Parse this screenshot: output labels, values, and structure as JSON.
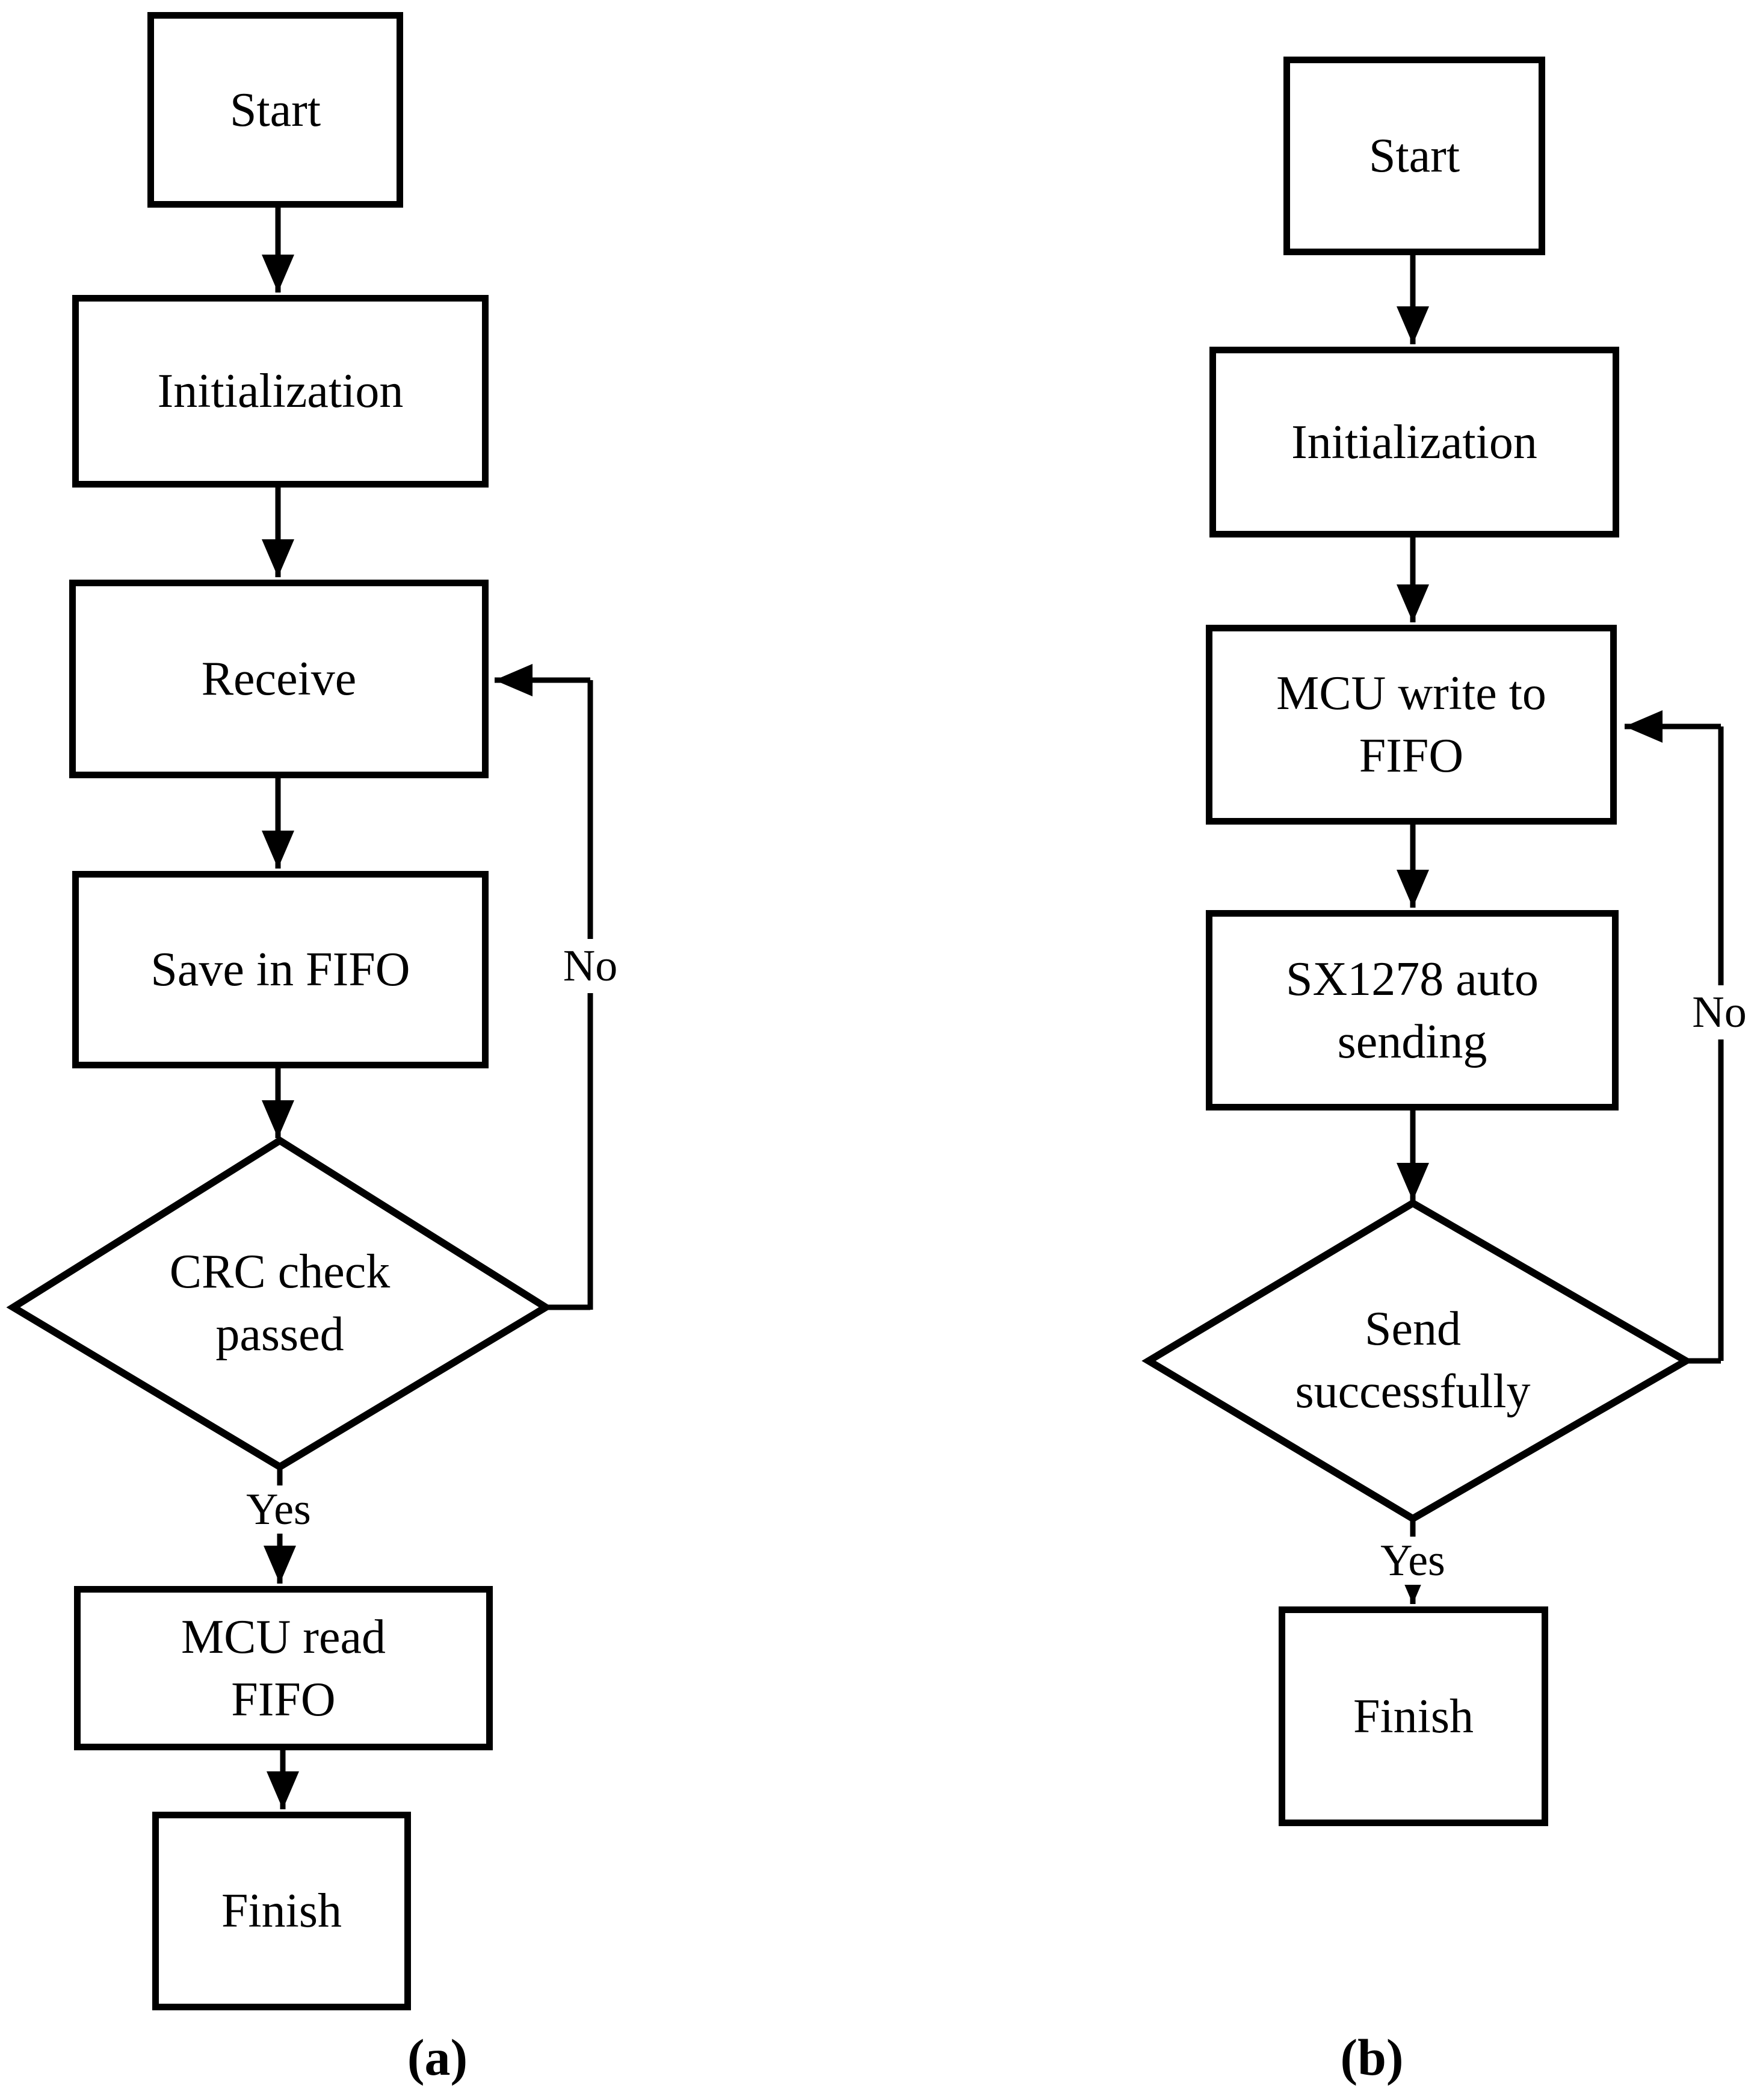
{
  "colors": {
    "stroke": "#000000",
    "background": "#ffffff"
  },
  "flowchart_a": {
    "caption": "(a)",
    "nodes": {
      "start": "Start",
      "initialization": "Initialization",
      "receive": "Receive",
      "save_fifo": "Save in FIFO",
      "decision_line1": "CRC check",
      "decision_line2": "passed",
      "mcu_read_line1": "MCU read",
      "mcu_read_line2": "FIFO",
      "finish": "Finish"
    },
    "edges": {
      "yes": "Yes",
      "no": "No"
    }
  },
  "flowchart_b": {
    "caption": "(b)",
    "nodes": {
      "start": "Start",
      "initialization": "Initialization",
      "mcu_write_line1": "MCU write to",
      "mcu_write_line2": "FIFO",
      "sx1278_line1": "SX1278 auto",
      "sx1278_line2": "sending",
      "decision_line1": "Send",
      "decision_line2": "successfully",
      "finish": "Finish"
    },
    "edges": {
      "yes": "Yes",
      "no": "No"
    }
  }
}
